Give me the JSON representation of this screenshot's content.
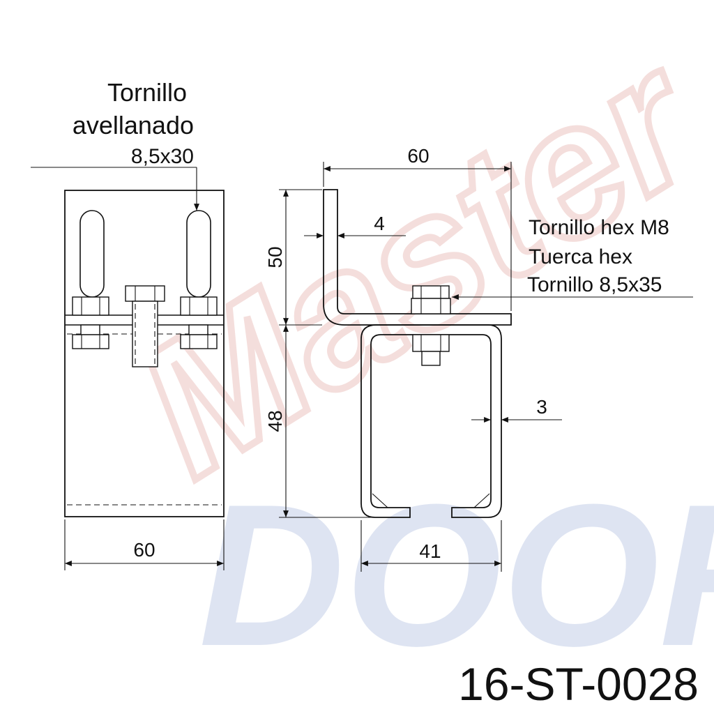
{
  "drawing": {
    "code": "16-ST-0028",
    "watermark": {
      "text": "Master DOOR",
      "colors": {
        "red": "#c0392b",
        "blue": "#3a5fb0"
      }
    },
    "callouts": {
      "countersunk_line1": "Tornillo",
      "countersunk_line2": "avellanado",
      "countersunk_line3": "8,5x30",
      "hex_bolt": "Tornillo hex M8",
      "hex_nut": "Tuerca hex",
      "screw": "Tornillo 8,5x35"
    },
    "dimensions": {
      "front_width": "60",
      "side_width": "60",
      "bracket_height": "50",
      "plate_thickness": "4",
      "channel_height": "48",
      "channel_thickness": "3",
      "channel_width": "41"
    }
  }
}
